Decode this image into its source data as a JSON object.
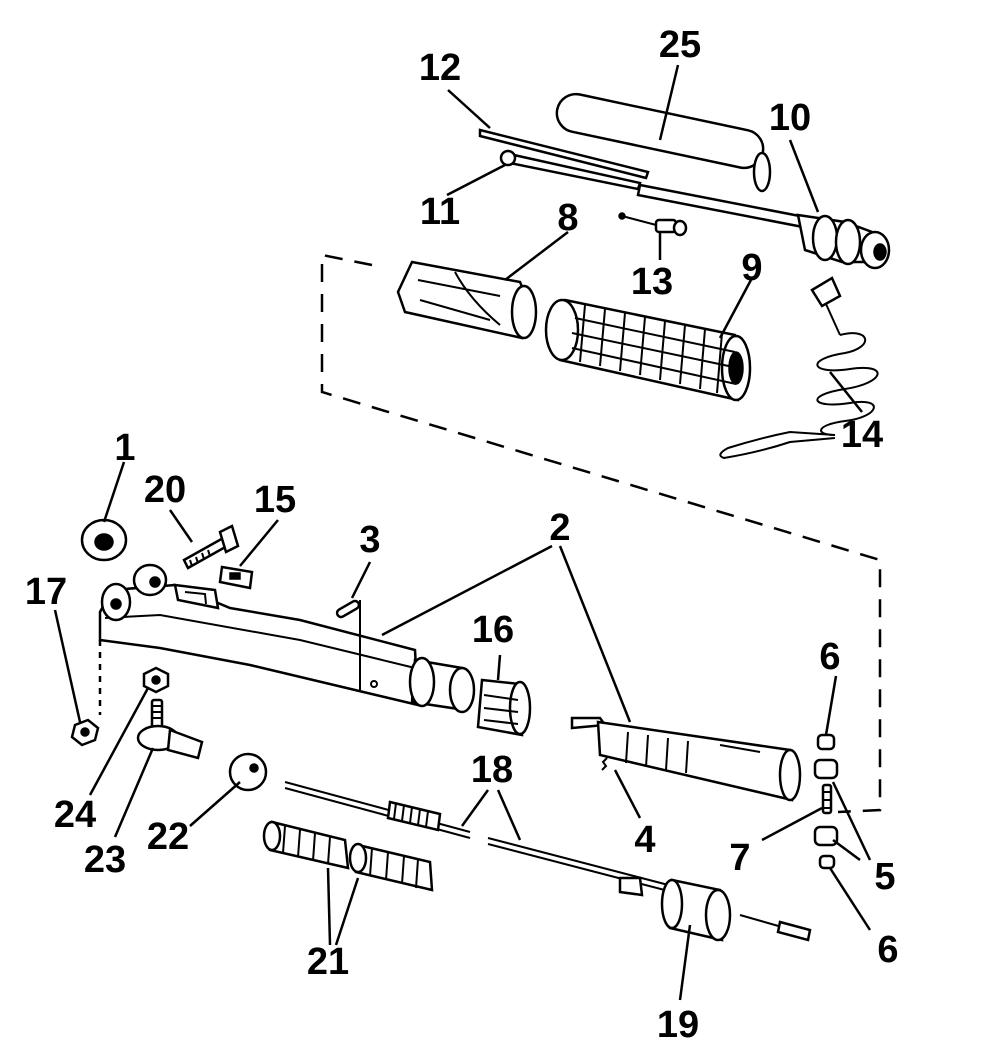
{
  "callouts": {
    "c1": "1",
    "c2": "2",
    "c3": "3",
    "c4": "4",
    "c5": "5",
    "c6a": "6",
    "c6b": "6",
    "c7": "7",
    "c8": "8",
    "c9": "9",
    "c10": "10",
    "c11": "11",
    "c12": "12",
    "c13": "13",
    "c14": "14",
    "c15": "15",
    "c16": "16",
    "c17": "17",
    "c18": "18",
    "c19": "19",
    "c20": "20",
    "c21": "21",
    "c22": "22",
    "c23": "23",
    "c24": "24",
    "c25": "25"
  }
}
